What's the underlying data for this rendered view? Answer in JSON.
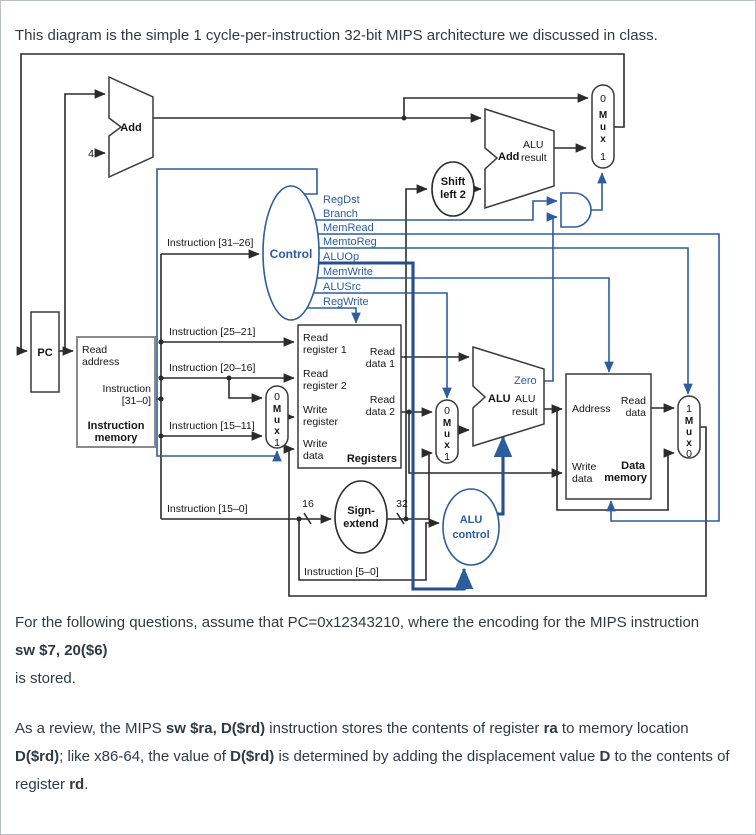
{
  "page": {
    "title": "This diagram is the simple 1 cycle-per-instruction 32-bit MIPS architecture we discussed in class.",
    "p2": {
      "l1": "For the following questions, assume that PC=0x12343210, where the encoding for the MIPS instruction",
      "l2": "sw $7, 20($6)",
      "l3": "is stored."
    },
    "p3": {
      "s1": "As a review, the MIPS ",
      "s2": "sw $ra, D($rd)",
      "s3": " instruction stores the contents of register ",
      "s4": "ra",
      "s5": " to memory location ",
      "s6": "D($rd)",
      "s7": "; like x86-64, the value of ",
      "s8": "D($rd)",
      "s9": " is determined by adding the displacement value ",
      "s10": "D",
      "s11": " to the contents of register ",
      "s12": "rd",
      "s13": "."
    }
  },
  "colors": {
    "control_blue": "#2c5d9e",
    "wire_black": "#2b2b2b",
    "text": "#2D3B45"
  },
  "diagram": {
    "pc": "PC",
    "add_top": "Add",
    "four": "4",
    "adder2": [
      "Add",
      "ALU",
      "result"
    ],
    "shift": [
      "Shift",
      "left 2"
    ],
    "control": "Control",
    "signals": [
      "RegDst",
      "Branch",
      "MemRead",
      "MemtoReg",
      "ALUOp",
      "MemWrite",
      "ALUSrc",
      "RegWrite"
    ],
    "imem": [
      "Read",
      "address",
      "Instruction",
      "[31–0]",
      "Instruction",
      "memory"
    ],
    "fields": [
      "Instruction [31–26]",
      "Instruction [25–21]",
      "Instruction [20–16]",
      "Instruction [15–11]",
      "Instruction [15–0]",
      "Instruction [5–0]"
    ],
    "regfile": [
      "Read",
      "register 1",
      "Read",
      "register 2",
      "Write",
      "register",
      "Write",
      "data",
      "Read",
      "data 1",
      "Read",
      "data 2",
      "Registers"
    ],
    "alu": [
      "Zero",
      "ALU",
      "ALU",
      "result"
    ],
    "dmem": [
      "Address",
      "Read",
      "data",
      "Write",
      "data",
      "Data",
      "memory"
    ],
    "signext": [
      "Sign-",
      "extend"
    ],
    "widths": [
      "16",
      "32"
    ],
    "aluctl": [
      "ALU",
      "control"
    ],
    "mux_tr": [
      "0",
      "M",
      "u",
      "x",
      "1"
    ],
    "mux_wr": [
      "0",
      "M",
      "u",
      "x",
      "1"
    ],
    "mux_alusrc": [
      "0",
      "M",
      "u",
      "x",
      "1"
    ],
    "mux_wb": [
      "1",
      "M",
      "u",
      "x",
      "0"
    ]
  }
}
